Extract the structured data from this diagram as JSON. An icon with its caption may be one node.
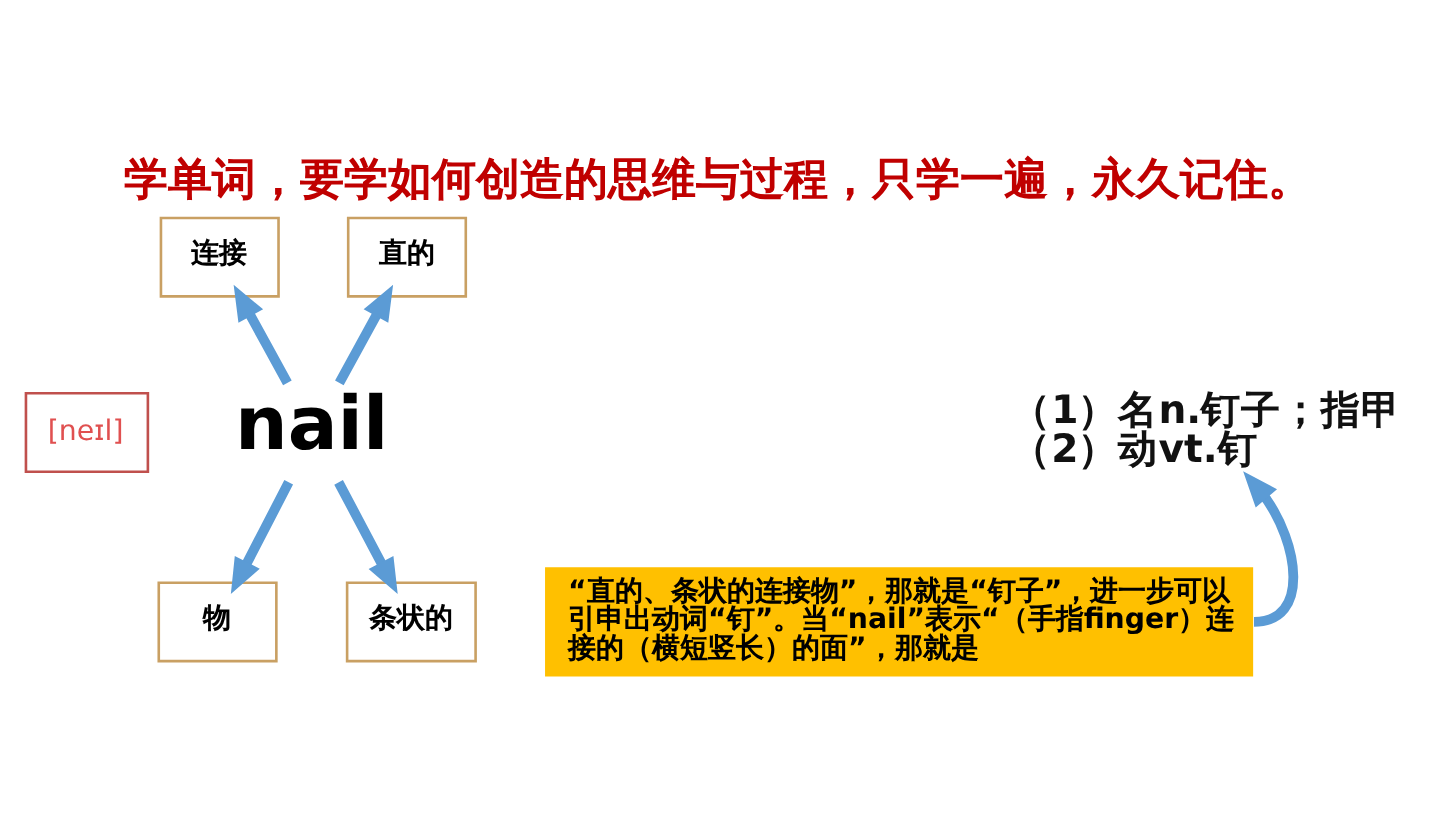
{
  "diagram": {
    "title": "学单词，要学如何创造的思维与过程，只学一遍，永久记住。",
    "nodes": [
      {
        "text": [
          "连接"
        ]
      },
      {
        "text": [
          "直的"
        ]
      },
      {
        "text": [
          "[neɪl]"
        ]
      },
      {
        "text": [
          "nail"
        ]
      },
      {
        "text": [
          "（1）名n.钉子；指甲",
          "（2）动vt.钉"
        ]
      },
      {
        "text": [
          "物"
        ]
      },
      {
        "text": [
          "条状的"
        ]
      },
      {
        "text": [
          "“直的、条状的连接物”，那就是“钉子”，进一步可以引申出动词“钉”。当“nail”表示“（手指finger）连接的（横短竖长）的面”，那就是"
        ]
      }
    ],
    "edges": [
      {
        "from": 3,
        "to": 0,
        "arrow": "to"
      },
      {
        "from": 3,
        "to": 1,
        "arrow": "to"
      },
      {
        "from": 3,
        "to": 5,
        "arrow": "to"
      },
      {
        "from": 3,
        "to": 6,
        "arrow": "to"
      },
      {
        "from": 7,
        "to": 4,
        "arrow": "to"
      }
    ]
  }
}
